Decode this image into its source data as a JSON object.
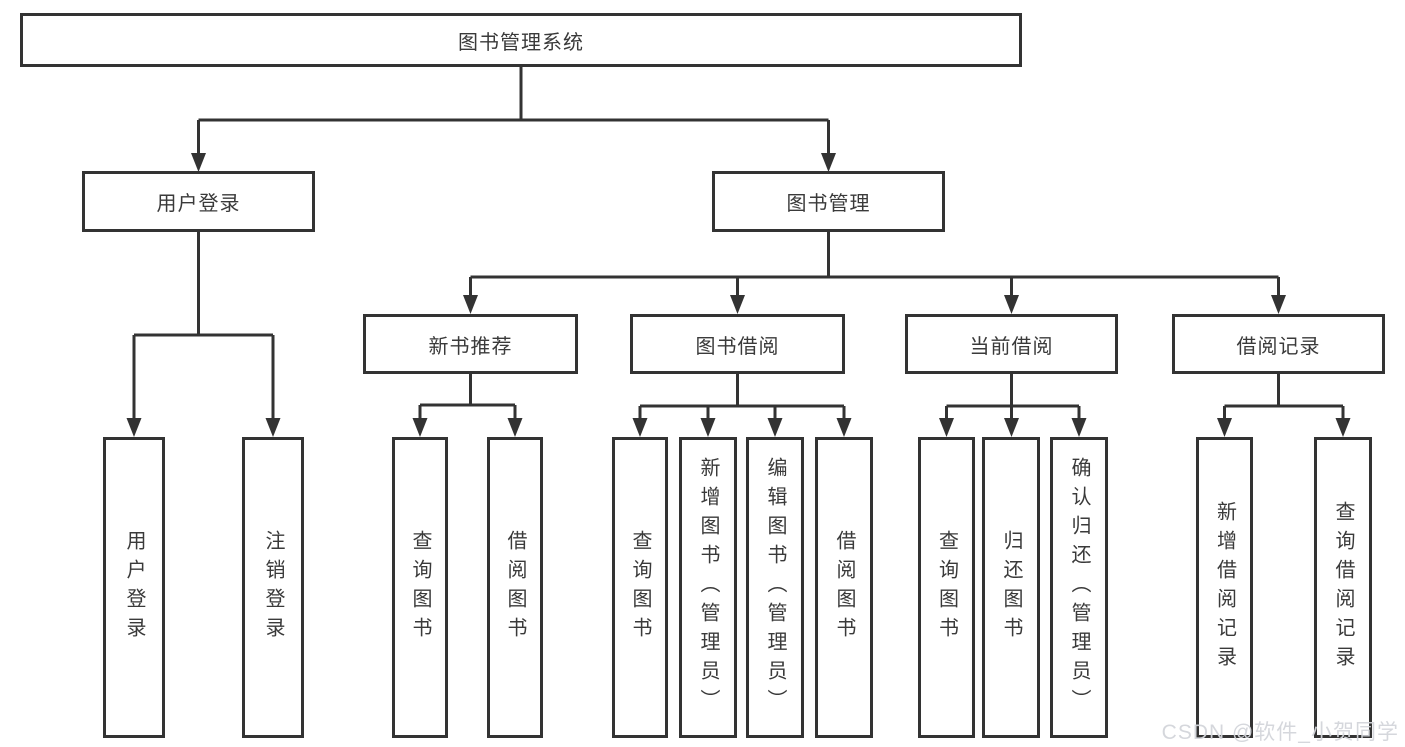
{
  "diagram": {
    "root": {
      "label": "图书管理系统"
    },
    "branches": [
      {
        "label": "用户登录",
        "children": [
          "用户登录",
          "注销登录"
        ]
      },
      {
        "label": "图书管理"
      }
    ],
    "modules": [
      {
        "label": "新书推荐",
        "children": [
          "查询图书",
          "借阅图书"
        ]
      },
      {
        "label": "图书借阅",
        "children": [
          "查询图书",
          "新增图书（管理员）",
          "编辑图书（管理员）",
          "借阅图书"
        ]
      },
      {
        "label": "当前借阅",
        "children": [
          "查询图书",
          "归还图书",
          "确认归还（管理员）"
        ]
      },
      {
        "label": "借阅记录",
        "children": [
          "新增借阅记录",
          "查询借阅记录"
        ]
      }
    ]
  },
  "watermark": {
    "text": "CSDN @软件_小贺同学"
  },
  "colors": {
    "line": "#333333",
    "text": "#3a3a3a",
    "background": "#ffffff",
    "watermark": "#d3d5da"
  }
}
